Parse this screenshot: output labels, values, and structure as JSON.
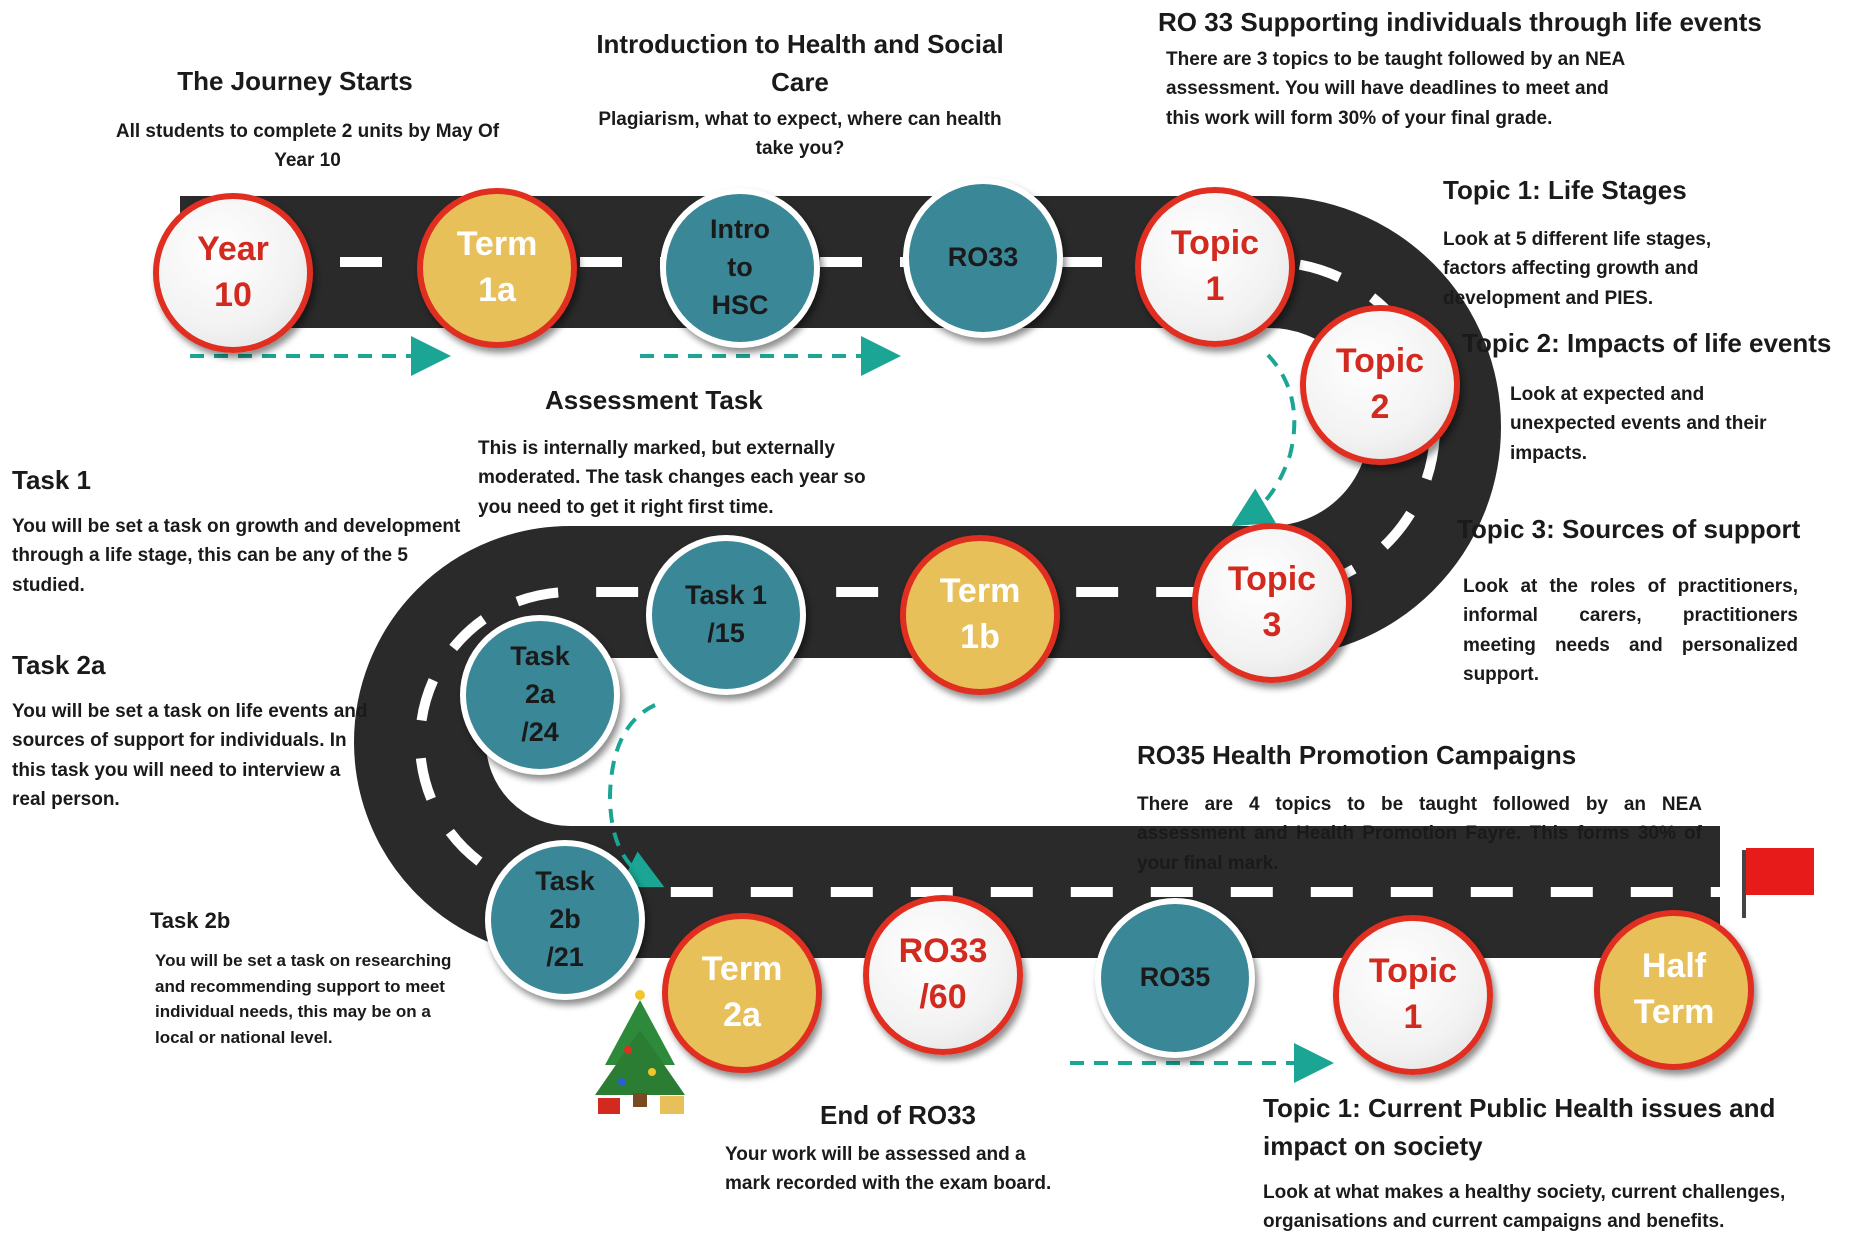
{
  "colors": {
    "road": "#2a2a2a",
    "dash": "#ffffff",
    "ring_red": "#e02e20",
    "node_yellow": "#e8c05a",
    "node_teal": "#3a8798",
    "arrow_teal": "#1aa594",
    "flag_red": "#e81b1b"
  },
  "nodes": {
    "year10": "Year\n10",
    "term1a": "Term\n1a",
    "intro": "Intro\nto\nHSC",
    "ro33": "RO33",
    "topic1_top": "Topic\n1",
    "topic2": "Topic\n2",
    "topic3": "Topic\n3",
    "term1b": "Term\n1b",
    "task1": "Task 1\n/15",
    "task2a": "Task\n2a\n/24",
    "task2b": "Task\n2b\n/21",
    "term2a": "Term\n2a",
    "ro33_60": "RO33\n/60",
    "ro35": "RO35",
    "topic1_bottom": "Topic\n1",
    "half_term": "Half\nTerm"
  },
  "journey": {
    "title": "The Journey Starts",
    "body": "All students to complete 2 units by May Of Year 10"
  },
  "intro_text": {
    "title": "Introduction to Health and Social Care",
    "body": "Plagiarism, what to expect, where can health take you?"
  },
  "ro33_text": {
    "title": "RO 33 Supporting individuals through life events",
    "body": "There are 3 topics to be taught followed by an NEA assessment. You will have deadlines to meet and this work will form 30% of your final grade."
  },
  "topic1_text": {
    "title": "Topic 1: Life Stages",
    "body": "Look at 5 different life stages, factors affecting growth and development and PIES."
  },
  "topic2_text": {
    "title": "Topic 2: Impacts of life events",
    "body": "Look at expected and unexpected events and their impacts."
  },
  "topic3_text": {
    "title": "Topic 3: Sources of support",
    "body": "Look at the roles of practitioners, informal carers, practitioners meeting needs and personalized support."
  },
  "assessment": {
    "title": "Assessment Task",
    "body": "This is internally marked, but externally moderated. The task changes each year so you need to get it right first time."
  },
  "task1_text": {
    "title": "Task 1",
    "body": "You will be set a task on growth and development through a life stage, this can be any of the 5 studied."
  },
  "task2a_text": {
    "title": "Task 2a",
    "body": "You will be set a task on life events and sources of support for individuals. In this task you will need to interview a real person."
  },
  "task2b_text": {
    "title": "Task 2b",
    "body": "You will be set a task on researching and recommending support to meet individual needs, this may be on a local or national level."
  },
  "ro35_text": {
    "title": "RO35 Health Promotion Campaigns",
    "body": "There are 4 topics to be taught followed by an NEA assessment and Health Promotion Fayre. This forms 30% of your final mark."
  },
  "end_ro33": {
    "title": "End of RO33",
    "body": "Your work will be assessed and a mark recorded with the exam board."
  },
  "topic1b_text": {
    "title": "Topic 1: Current Public Health issues and impact on society",
    "body": "Look at what makes a healthy society, current challenges, organisations and current campaigns and benefits."
  }
}
